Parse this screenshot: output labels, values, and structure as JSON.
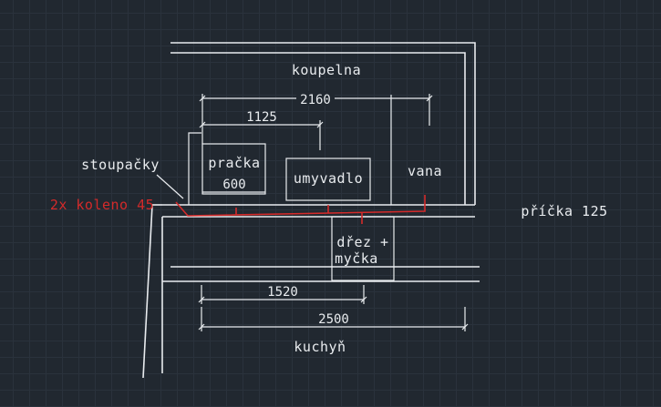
{
  "rooms": {
    "bathroom": "koupelna",
    "kitchen": "kuchyň"
  },
  "fixtures": {
    "washer": "pračka",
    "washbasin": "umyvadlo",
    "bathtub": "vana",
    "sink_line1": "dřez +",
    "sink_line2": "myčka"
  },
  "annotations": {
    "risers": "stoupačky",
    "elbows": "2x koleno 45",
    "partition": "příčka 125"
  },
  "dimensions": {
    "bath_width": "2160",
    "to_washbasin": "1125",
    "washer_width": "600",
    "to_sink": "1520",
    "kitchen_width": "2500"
  },
  "colors": {
    "background": "#212830",
    "lines": "#e9ecef",
    "drain_pipe": "#d42a2a"
  }
}
